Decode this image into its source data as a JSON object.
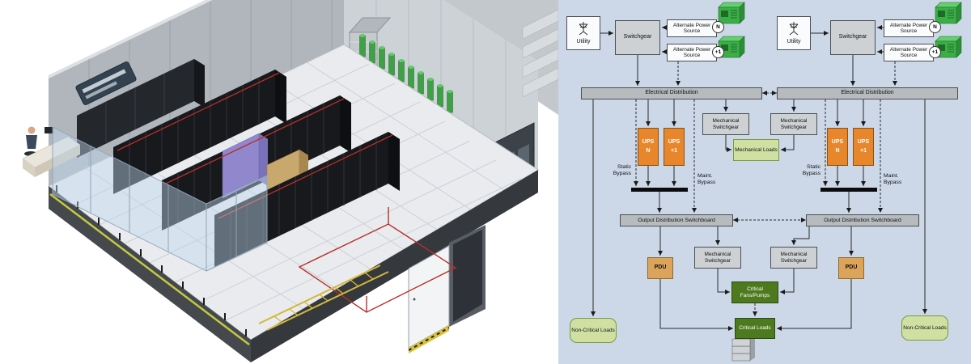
{
  "page": {
    "colors": {
      "diagram_background": "#ccd8e8",
      "render_background": "#ffffff",
      "ups_orange": "#e8862c",
      "pdu_tan": "#dca45a",
      "generator_green": "#3cae47",
      "light_green_load": "#cfe0a2",
      "dark_green_load": "#4e7a1f",
      "gray_box": "#cdd1d4",
      "bus_black": "#0c0c0c"
    }
  },
  "diagram": {
    "labels": {
      "utility": "Utility",
      "switchgear": "Switchgear",
      "alternate_power_source": "Alternate Power Source",
      "badge_n": "N",
      "badge_plus1": "+1",
      "electrical_distribution": "Electrical Distribution",
      "ups": "UPS",
      "ups_n": "N",
      "ups_plus1": "+1",
      "mechanical_switchgear": "Mechanical Switchgear",
      "mechanical_loads": "Mechanical Loads",
      "static_bypass": "Static Bypass",
      "maint_bypass": "Maint. Bypass",
      "output_distribution_switchboard": "Output Distribution Switchboard",
      "pdu": "PDU",
      "critical_fans_pumps": "Critical Fans/Pumps",
      "critical_loads": "Critical Loads",
      "non_critical_loads": "Non-Critical Loads"
    }
  }
}
